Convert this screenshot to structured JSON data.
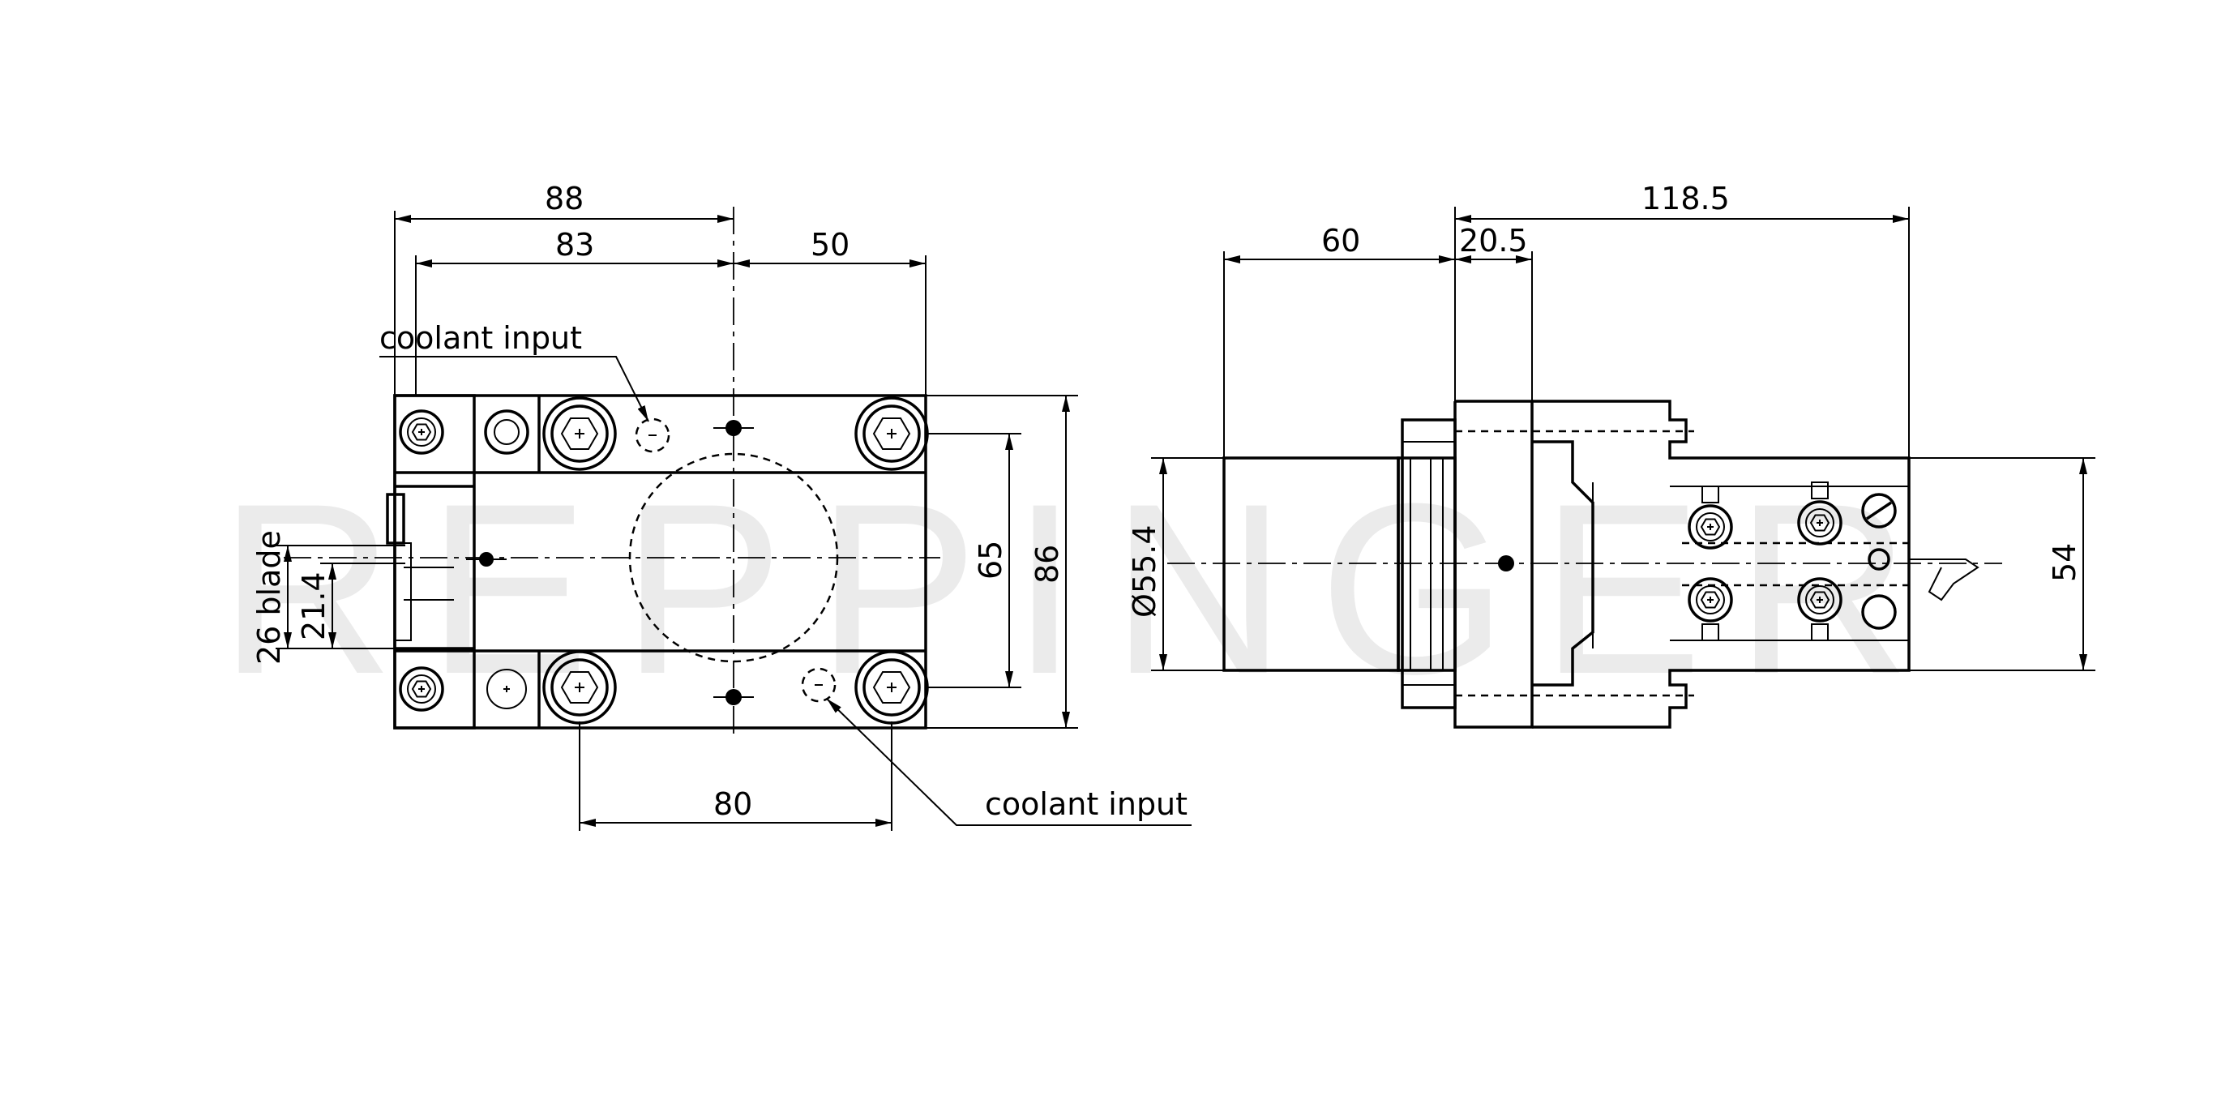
{
  "watermark": "REPPINGER",
  "front_view": {
    "dim_88": "88",
    "dim_83": "83",
    "dim_50": "50",
    "dim_80": "80",
    "dim_65": "65",
    "dim_86": "86",
    "dim_21_4": "21.4",
    "dim_26_blade": "26 blade",
    "label_coolant_top": "coolant input",
    "label_coolant_bottom": "coolant input"
  },
  "side_view": {
    "dim_60": "60",
    "dim_20_5": "20.5",
    "dim_118_5": "118.5",
    "dim_54": "54",
    "dim_dia_55_4": "Ø55.4"
  }
}
